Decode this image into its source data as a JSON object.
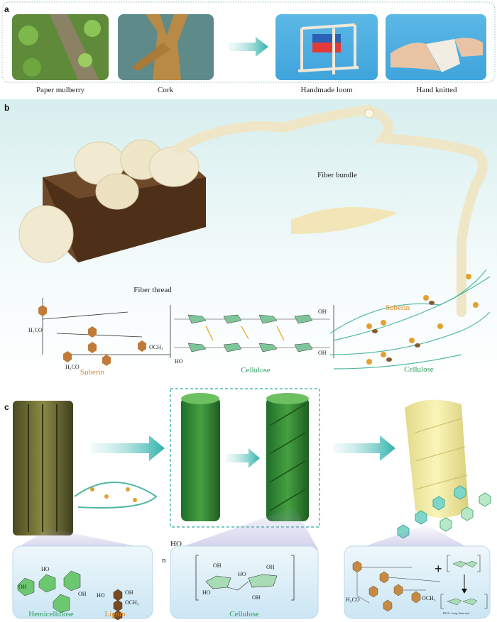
{
  "panels": {
    "a": {
      "label": "a",
      "captions": [
        "Paper mulberry",
        "Cork",
        "Handmade loom",
        "Hand knitted"
      ]
    },
    "b": {
      "label": "b",
      "fiber_thread": "Fiber thread",
      "fiber_bundle": "Fiber bundle",
      "suberin": "Suberin",
      "cellulose": "Cellulose",
      "suberin_network": "Suberin",
      "cellulose_network": "Cellulose",
      "oh": "OH",
      "ho": "HO",
      "och3": "OCH₃",
      "h3co": "H₃CO"
    },
    "c": {
      "label": "c",
      "ho_label": "HO",
      "n_label": "n",
      "hemicellulose": "Hemicellulose",
      "lignin": "Lignin",
      "cellulose": "Cellulose",
      "plus": "+",
      "oh": "OH",
      "ho": "HO",
      "och3": "OCH₃",
      "h3co": "H₃CO",
      "rco": "RCO= Long chain acyl"
    }
  },
  "colors": {
    "teal": "#3bb6b0",
    "suberin": "#d9892a",
    "cellulose": "#2a9a5a",
    "fiber": "#efe6c8"
  }
}
